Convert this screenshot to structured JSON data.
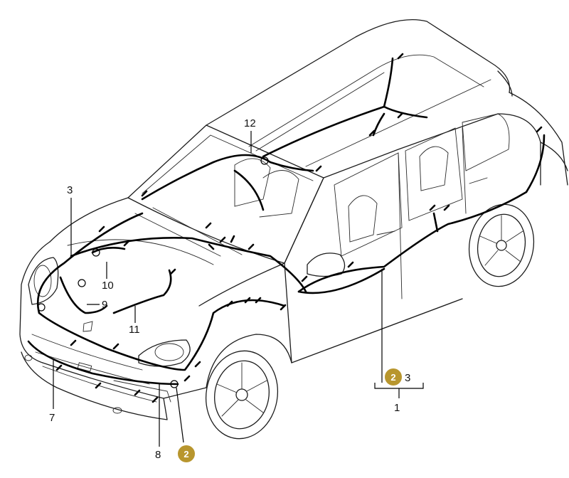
{
  "callouts": [
    {
      "id": "c1",
      "label": "1"
    },
    {
      "id": "c3a",
      "label": "3"
    },
    {
      "id": "c3b",
      "label": "3"
    },
    {
      "id": "c7",
      "label": "7"
    },
    {
      "id": "c8",
      "label": "8"
    },
    {
      "id": "c9",
      "label": "9"
    },
    {
      "id": "c10",
      "label": "10"
    },
    {
      "id": "c11",
      "label": "11"
    },
    {
      "id": "c12",
      "label": "12"
    }
  ],
  "badges": [
    {
      "id": "b1",
      "label": "2"
    },
    {
      "id": "b2",
      "label": "2"
    }
  ],
  "colors": {
    "badge": "#b8962e",
    "line": "#000000",
    "background": "#ffffff"
  }
}
